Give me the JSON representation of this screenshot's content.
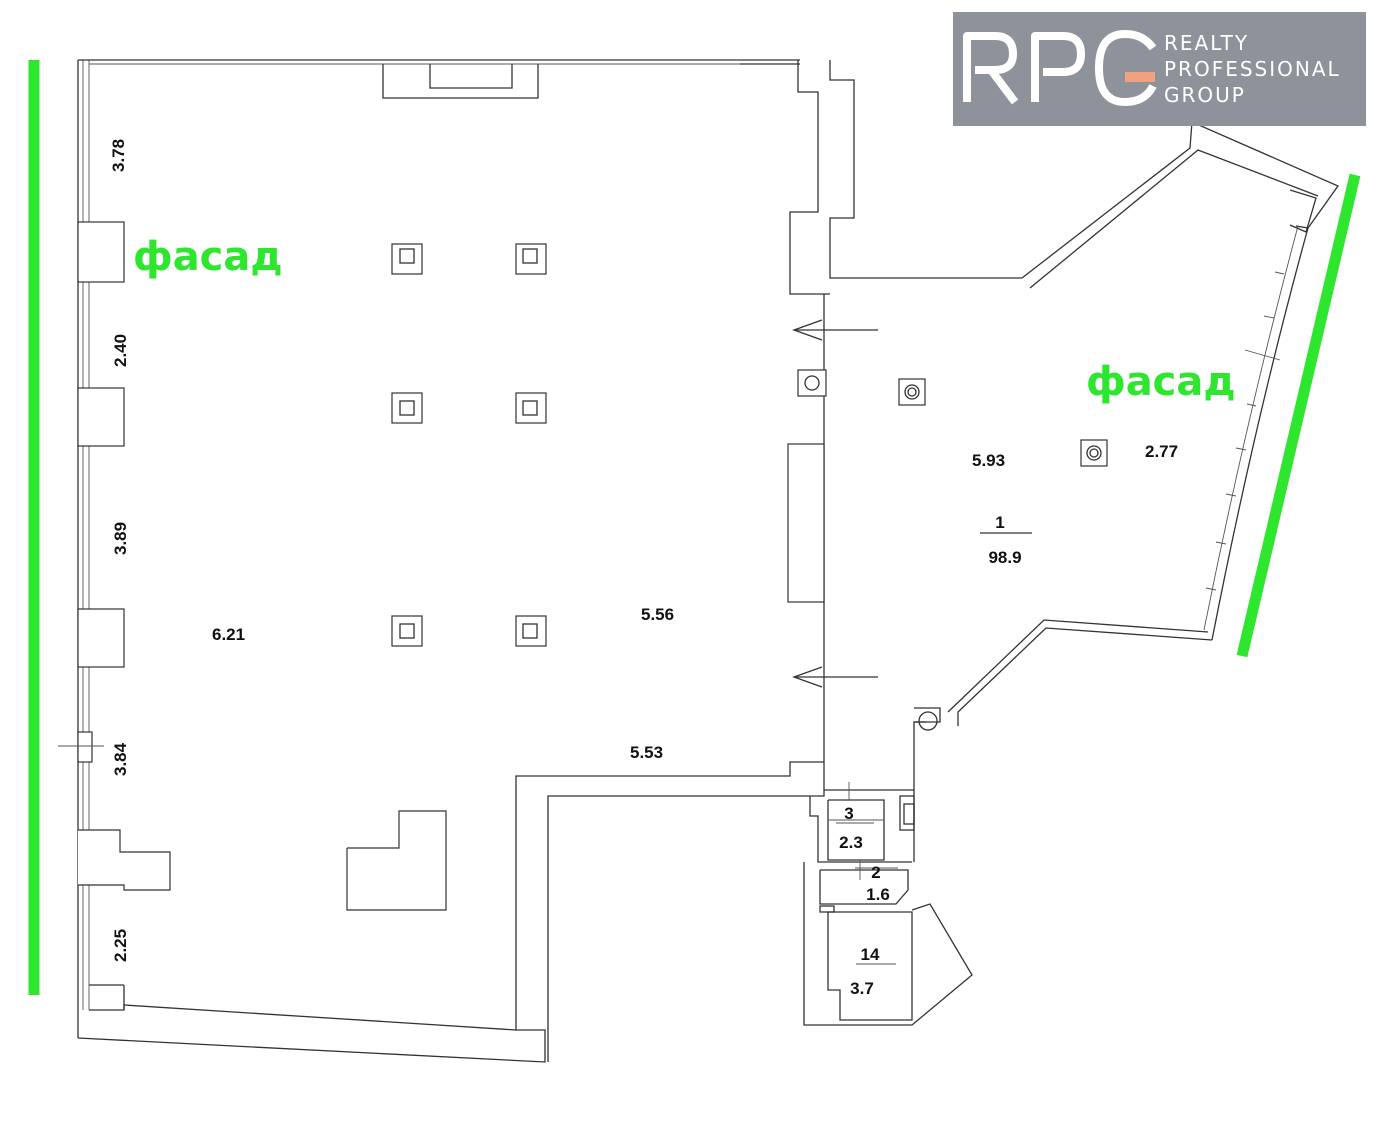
{
  "logo": {
    "mark": "RPG",
    "line1": "REALTY",
    "line2": "PROFESSIONAL",
    "line3": "GROUP",
    "background": "#8e939b",
    "accent": "#f0a27e"
  },
  "facade": {
    "left_label": "фасад",
    "right_label": "фасад",
    "color": "#2ee62e"
  },
  "dimensions": {
    "d378": "3.78",
    "d240": "2.40",
    "d389": "3.89",
    "d384": "3.84",
    "d225": "2.25",
    "d621": "6.21",
    "d556": "5.56",
    "d553": "5.53",
    "d593": "5.93",
    "d277": "2.77"
  },
  "rooms": [
    {
      "number": "1",
      "area": "98.9"
    },
    {
      "number": "3",
      "area": "2.3"
    },
    {
      "number": "2",
      "area": "1.6"
    },
    {
      "number": "14",
      "area": "3.7"
    }
  ]
}
